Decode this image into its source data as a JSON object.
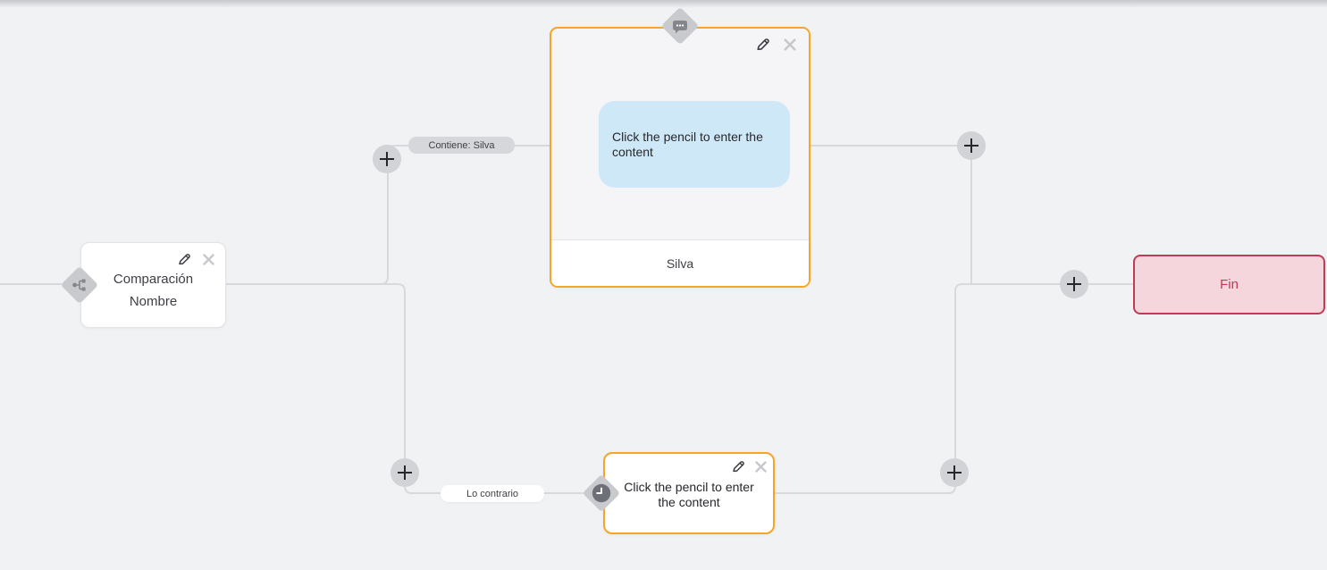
{
  "colors": {
    "canvas_bg": "#f1f2f4",
    "line": "#d8d9dc",
    "accent_orange": "#f7a527",
    "node_border": "#e2e3e6",
    "bubble_blue": "#cfe8f7",
    "pill_gray": "#d6d7da",
    "end_bg": "#f4d6dc",
    "end_accent": "#bf3b56",
    "diamond_gray": "#c9cace",
    "plus_circle": "#d2d3d6",
    "text_dark": "#3e3e45"
  },
  "nodes": {
    "comparison": {
      "title_line1": "Comparación",
      "title_line2": "Nombre"
    },
    "message": {
      "bubble_text": "Click the pencil to enter the content",
      "footer_label": "Silva"
    },
    "branch_else": {
      "placeholder_text": "Click the pencil to enter the content"
    },
    "end": {
      "label": "Fin"
    }
  },
  "edge_labels": {
    "contains": "Contiene: Silva",
    "otherwise": "Lo contrario"
  }
}
